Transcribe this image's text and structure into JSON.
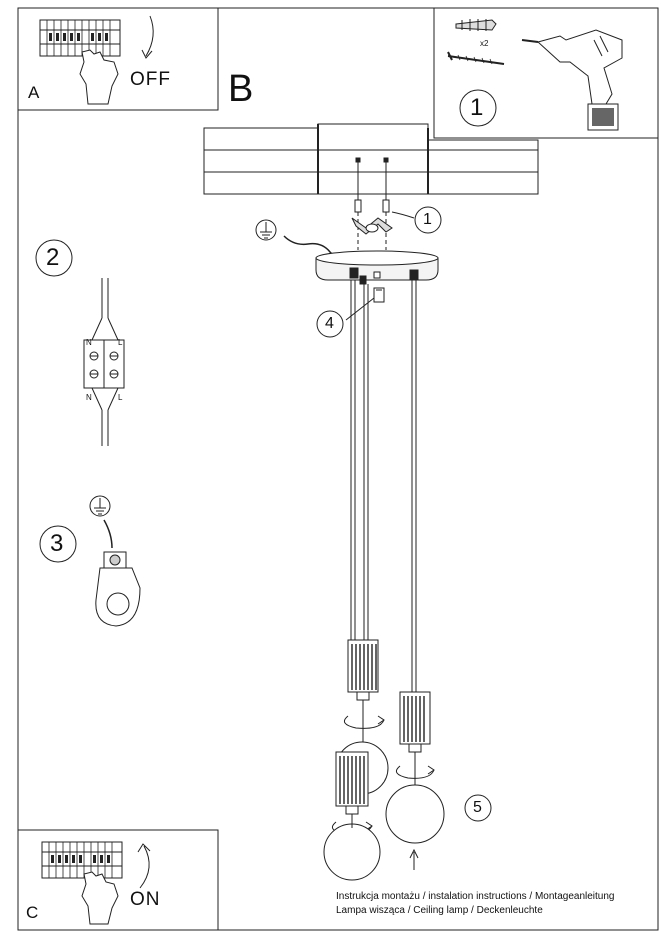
{
  "panel_a": {
    "letter": "A",
    "switch_label": "OFF"
  },
  "panel_b": {
    "letter": "B"
  },
  "panel_c": {
    "letter": "C",
    "switch_label": "ON"
  },
  "panel_tools": {
    "anchor_count": "x2",
    "step_number": "1"
  },
  "steps": {
    "step1": "1",
    "step2": "2",
    "step3": "3",
    "step4": "4",
    "step5": "5"
  },
  "terminal_labels": {
    "top_left": "N",
    "top_right": "L",
    "bottom_left": "N",
    "bottom_right": "L"
  },
  "footer": {
    "line1": "Instrukcja montażu / instalation instructions / Montageanleitung",
    "line2": "Lampa wisząca / Ceiling lamp / Deckenleuchte"
  }
}
